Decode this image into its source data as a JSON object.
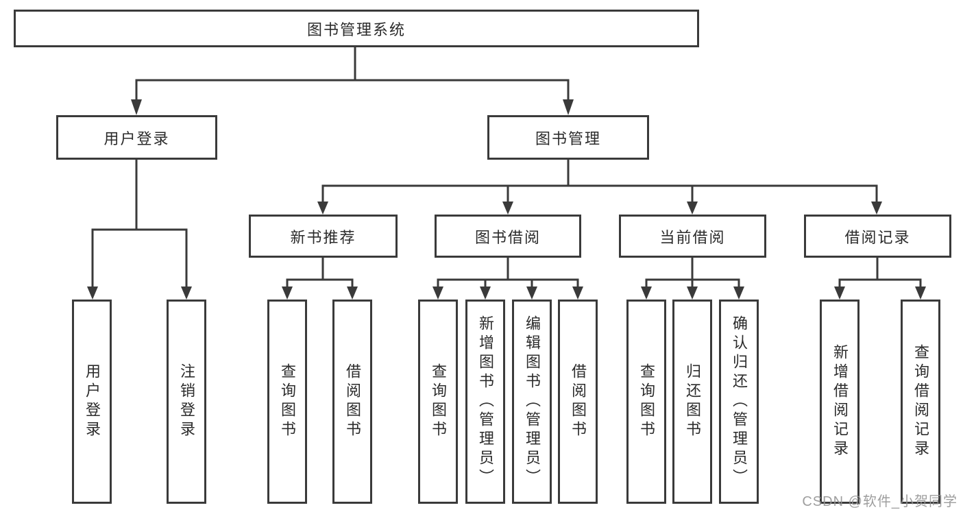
{
  "diagram": {
    "nodes": {
      "root": {
        "label": "图书管理系统"
      },
      "user_login": {
        "label": "用户登录"
      },
      "book_mgmt": {
        "label": "图书管理"
      },
      "new_book_rec": {
        "label": "新书推荐"
      },
      "book_borrow": {
        "label": "图书借阅"
      },
      "current_borrow": {
        "label": "当前借阅"
      },
      "borrow_records": {
        "label": "借阅记录"
      },
      "leaf_user_login": {
        "label": "用户登录"
      },
      "leaf_logout": {
        "label": "注销登录"
      },
      "leaf_rec_query_books": {
        "label": "查询图书"
      },
      "leaf_rec_borrow_books": {
        "label": "借阅图书"
      },
      "leaf_bb_query_books": {
        "label": "查询图书"
      },
      "leaf_bb_add_books": {
        "label": "新增图书（管理员）"
      },
      "leaf_bb_edit_books": {
        "label": "编辑图书（管理员）"
      },
      "leaf_bb_borrow_books": {
        "label": "借阅图书"
      },
      "leaf_cb_query_books": {
        "label": "查询图书"
      },
      "leaf_cb_return_books": {
        "label": "归还图书"
      },
      "leaf_cb_confirm_return": {
        "label": "确认归还（管理员）"
      },
      "leaf_br_add_record": {
        "label": "新增借阅记录"
      },
      "leaf_br_query_record": {
        "label": "查询借阅记录"
      }
    },
    "hierarchy": {
      "图书管理系统": [
        "用户登录",
        "图书管理"
      ],
      "用户登录": [
        "用户登录",
        "注销登录"
      ],
      "图书管理": [
        "新书推荐",
        "图书借阅",
        "当前借阅",
        "借阅记录"
      ],
      "新书推荐": [
        "查询图书",
        "借阅图书"
      ],
      "图书借阅": [
        "查询图书",
        "新增图书（管理员）",
        "编辑图书（管理员）",
        "借阅图书"
      ],
      "当前借阅": [
        "查询图书",
        "归还图书",
        "确认归还（管理员）"
      ],
      "借阅记录": [
        "新增借阅记录",
        "查询借阅记录"
      ]
    },
    "watermark": "CSDN @软件_小贺同学",
    "colors": {
      "line": "#3a3a3a",
      "text": "#2b2b2b",
      "background": "#ffffff",
      "watermark": "#949494"
    }
  }
}
